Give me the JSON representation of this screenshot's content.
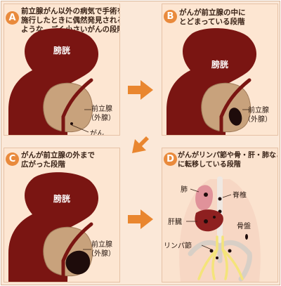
{
  "panels": {
    "a": {
      "badge": "A",
      "caption": [
        "前立腺がん以外の病気で手術を",
        "施行したときに偶然発見される",
        "ような、ごく小さいがんの段階"
      ],
      "bladder": "膀胱",
      "prostate": [
        "前立腺",
        "（外腺）"
      ],
      "cancer": "がん"
    },
    "b": {
      "badge": "B",
      "caption": [
        "がんが前立腺の中に",
        "とどまっている段階"
      ],
      "bladder": "膀胱",
      "prostate": [
        "前立腺",
        "（外腺）"
      ]
    },
    "c": {
      "badge": "C",
      "caption": [
        "がんが前立腺の外まで",
        "広がった段階"
      ],
      "bladder": "膀胱",
      "prostate": [
        "前立腺",
        "（外腺）"
      ]
    },
    "d": {
      "badge": "D",
      "caption": [
        "がんがリンパ節や骨・肝・肺など",
        "に転移している段階"
      ],
      "lung": "肺",
      "spine": "脊椎",
      "liver": "肝臓",
      "pelvis": "骨盤",
      "lymph": "リンパ節"
    }
  },
  "colors": {
    "bladder": "#7a1512",
    "prostate": "#c8a27c",
    "tumor": "#1e0c0b",
    "arrow": "#e9862f",
    "badge": "#e98a3c",
    "panel_bg": "#fde6d2"
  }
}
